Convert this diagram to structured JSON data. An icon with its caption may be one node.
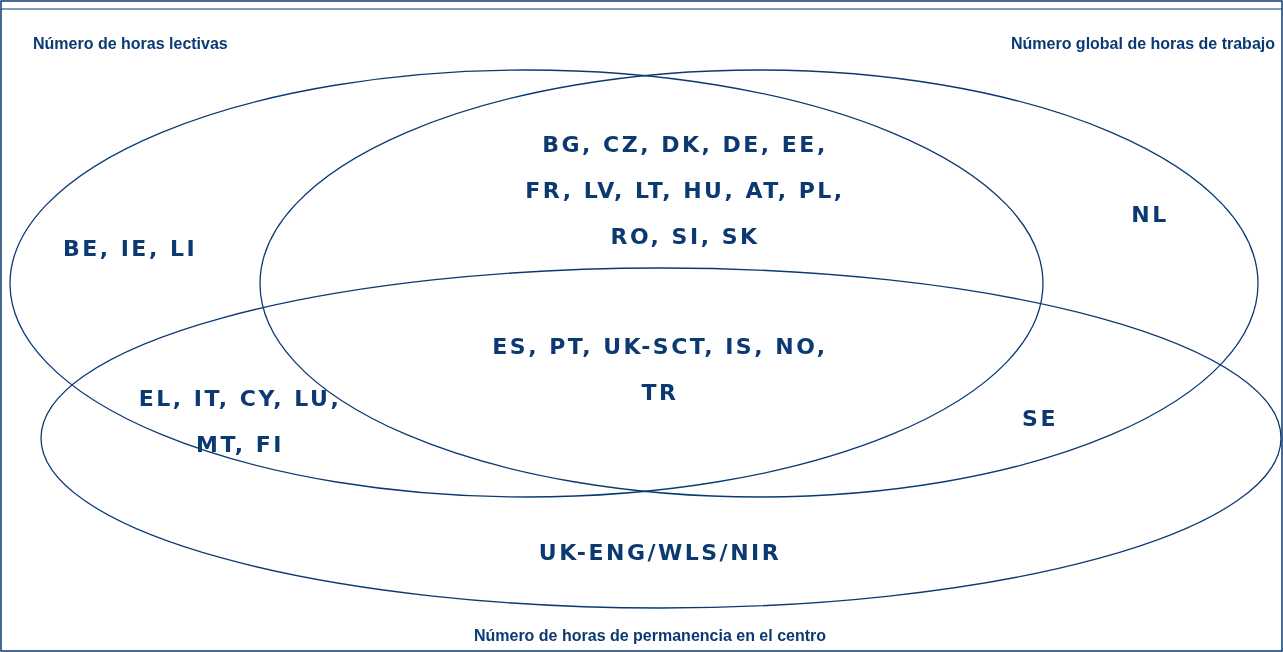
{
  "diagram": {
    "nodes": [
      {
        "text": [
          "Número de horas lectivas"
        ]
      },
      {
        "text": [
          "Número global de horas de trabajo"
        ]
      },
      {
        "text": [
          "Número de horas de permanencia en el centro"
        ]
      }
    ],
    "labels": [
      "BG, CZ, DK, DE, EE, FR, LV, LT, HU, AT, PL, RO, SI, SK",
      "NL",
      "BE, IE, LI",
      "ES, PT, UK-SCT, IS, NO, TR",
      "EL, IT, CY, LU, MT, FI",
      "SE",
      "UK-ENG/WLS/NIR"
    ]
  }
}
